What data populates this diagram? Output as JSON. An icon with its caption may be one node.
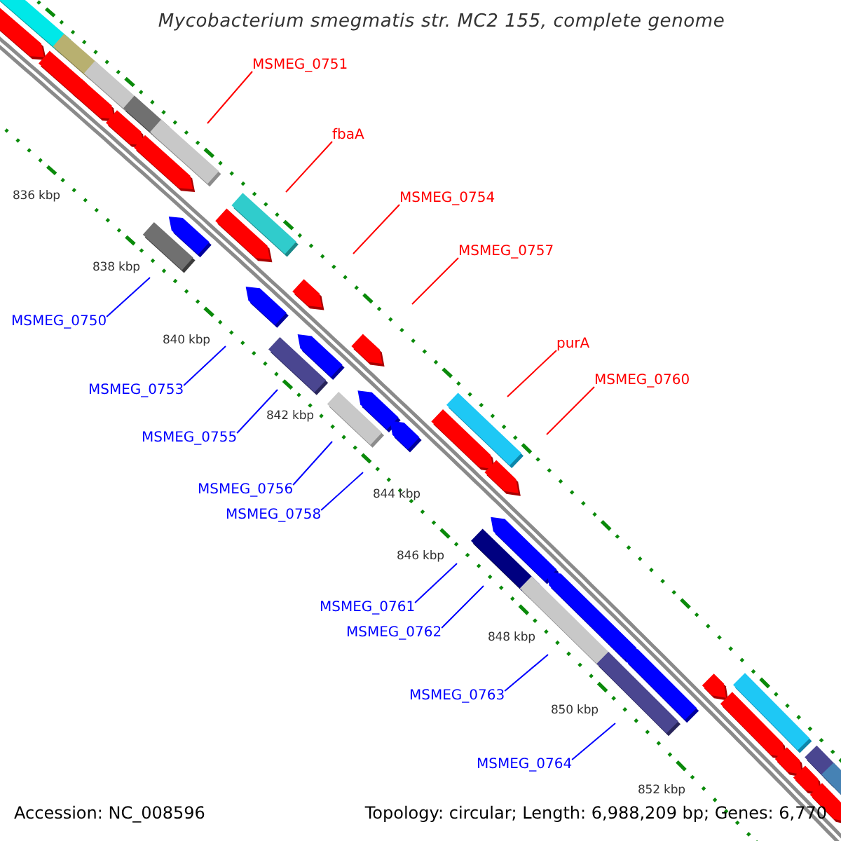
{
  "diagram": {
    "title": "Mycobacterium smegmatis str. MC2 155, complete genome",
    "nodes": [
      {
        "text": [
          "MSMEG_0751"
        ]
      },
      {
        "text": [
          "fbaA"
        ]
      },
      {
        "text": [
          "MSMEG_0754"
        ]
      },
      {
        "text": [
          "MSMEG_0757"
        ]
      },
      {
        "text": [
          "MSMEG_0750"
        ]
      },
      {
        "text": [
          "purA"
        ]
      },
      {
        "text": [
          "MSMEG_0760"
        ]
      },
      {
        "text": [
          "MSMEG_0753"
        ]
      },
      {
        "text": [
          "MSMEG_0755"
        ]
      },
      {
        "text": [
          "MSMEG_0756"
        ]
      },
      {
        "text": [
          "MSMEG_0758"
        ]
      },
      {
        "text": [
          "MSMEG_0761"
        ]
      },
      {
        "text": [
          "MSMEG_0762"
        ]
      },
      {
        "text": [
          "MSMEG_0763"
        ]
      },
      {
        "text": [
          "MSMEG_0764"
        ]
      }
    ],
    "edges": [
      {
        "from": 0,
        "to": null,
        "arrow": "none",
        "color": "#ff0000"
      },
      {
        "from": 1,
        "to": null,
        "arrow": "none",
        "color": "#ff0000"
      },
      {
        "from": 2,
        "to": null,
        "arrow": "none",
        "color": "#ff0000"
      },
      {
        "from": 3,
        "to": null,
        "arrow": "none",
        "color": "#ff0000"
      },
      {
        "from": 4,
        "to": null,
        "arrow": "none"
      },
      {
        "from": 5,
        "to": null,
        "arrow": "none",
        "color": "#ff0000"
      },
      {
        "from": 6,
        "to": null,
        "arrow": "none",
        "color": "#ff0000"
      },
      {
        "from": 7,
        "to": null,
        "arrow": "none"
      },
      {
        "from": 8,
        "to": null,
        "arrow": "none"
      },
      {
        "from": 9,
        "to": null,
        "arrow": "none"
      },
      {
        "from": 10,
        "to": null,
        "arrow": "none"
      },
      {
        "from": 11,
        "to": null,
        "arrow": "none"
      },
      {
        "from": 12,
        "to": null,
        "arrow": "none"
      },
      {
        "from": 13,
        "to": null,
        "arrow": "none"
      },
      {
        "from": 14,
        "to": null,
        "arrow": "none"
      }
    ],
    "labels": [
      "836 kbp",
      "838 kbp",
      "840 kbp",
      "842 kbp",
      "844 kbp",
      "846 kbp",
      "848 kbp",
      "850 kbp",
      "852 kbp",
      "Accession: NC_008596",
      "Topology: circular; Length: 6,988,209 bp; Genes: 6,770"
    ]
  }
}
